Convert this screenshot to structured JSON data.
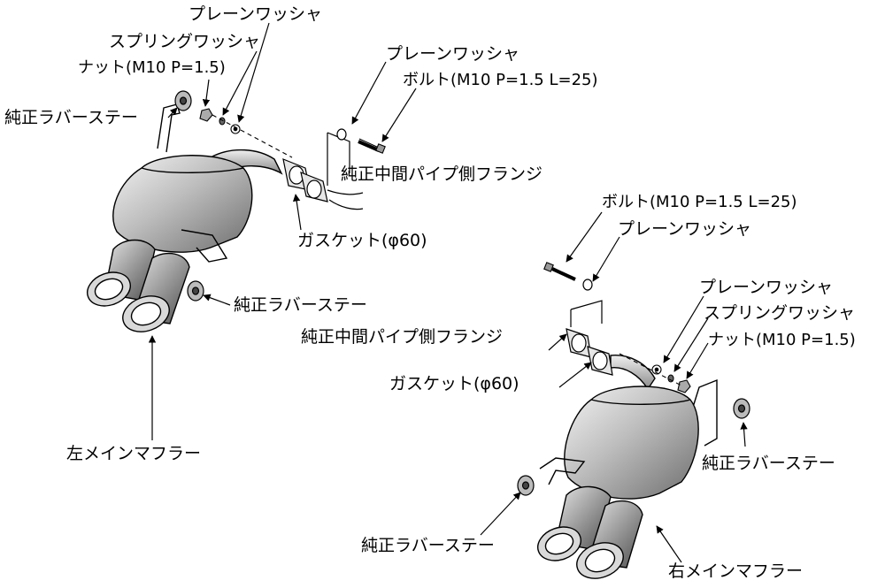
{
  "labels": {
    "l_plain_washer": "プレーンワッシャ",
    "l_spring_washer": "スプリングワッシャ",
    "l_nut": "ナット(M10 P=1.5)",
    "l_rubber_stay_top": "純正ラバーステー",
    "l_rubber_stay_mid": "純正ラバーステー",
    "l_main_muffler": "左メインマフラー",
    "l_gasket": "ガスケット(φ60)",
    "l_flange": "純正中間パイプ側フランジ",
    "l_plain_washer_2": "プレーンワッシャ",
    "l_bolt": "ボルト(M10 P=1.5 L=25)",
    "r_bolt": "ボルト(M10 P=1.5 L=25)",
    "r_plain_washer_bolt": "プレーンワッシャ",
    "r_plain_washer": "プレーンワッシャ",
    "r_spring_washer": "スプリングワッシャ",
    "r_nut": "ナット(M10 P=1.5)",
    "r_flange": "純正中間パイプ側フランジ",
    "r_gasket": "ガスケット(φ60)",
    "r_rubber_stay_right": "純正ラバーステー",
    "r_rubber_stay_bottom": "純正ラバーステー",
    "r_main_muffler": "右メインマフラー"
  }
}
